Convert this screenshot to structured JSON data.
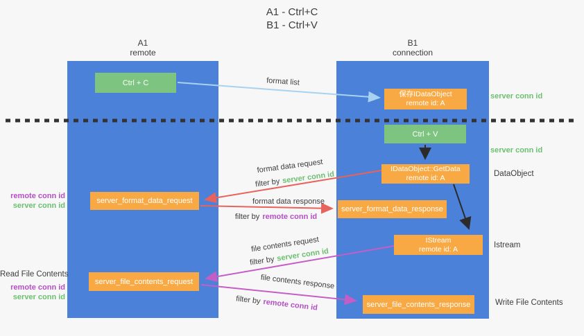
{
  "title": {
    "line1": "A1 - Ctrl+C",
    "line2": "B1 - Ctrl+V"
  },
  "lanes": {
    "left": {
      "title": "A1",
      "subtitle": "remote"
    },
    "right": {
      "title": "B1",
      "subtitle": "connection"
    }
  },
  "nodes": {
    "ctrl_c": {
      "label": "Ctrl + C"
    },
    "ctrl_v": {
      "label": "Ctrl + V"
    },
    "save_dataobject": {
      "line1": "保存IDataObject",
      "line2": "remote id: A"
    },
    "getdata": {
      "line1": "IDataObject::GetData",
      "line2": "remote id: A"
    },
    "istream": {
      "line1": "IStream",
      "line2": "remote id: A"
    },
    "format_data_request": {
      "label": "server_format_data_request"
    },
    "format_data_response": {
      "label": "server_format_data_response"
    },
    "file_contents_request": {
      "label": "server_file_contents_request"
    },
    "file_contents_response": {
      "label": "server_file_contents_response"
    }
  },
  "flows": {
    "format_list": {
      "label": "format list"
    },
    "format_data_request": {
      "label": "format data request",
      "filter_prefix": "filter by",
      "filter_key": "server conn id"
    },
    "format_data_response": {
      "label": "format data response",
      "filter_prefix": "filter by",
      "filter_key": "remote conn id"
    },
    "file_contents_request": {
      "label": "file contents request",
      "filter_prefix": "filter by",
      "filter_key": "server conn id"
    },
    "file_contents_response": {
      "label": "file contents response",
      "filter_prefix": "filter by",
      "filter_key": "remote conn id"
    }
  },
  "left_annotations": {
    "pair1": {
      "remote": "remote conn id",
      "server": "server conn id"
    },
    "read_file": "Read File Contents",
    "pair2": {
      "remote": "remote conn id",
      "server": "server conn id"
    }
  },
  "right_annotations": {
    "server_conn_top": "server conn id",
    "server_conn_mid": "server conn id",
    "dataobject": "DataObject",
    "istream": "Istream",
    "write_file": "Write File Contents"
  },
  "colors": {
    "lane_blue": "#4b81d8",
    "node_green": "#7cc47f",
    "node_orange": "#f9a944",
    "arrow_light_blue": "#a9d2f0",
    "arrow_red": "#e8635c",
    "arrow_magenta": "#c45ec6",
    "arrow_black": "#2b2b2b",
    "dotted_line": "#333333",
    "text_green": "#6cbf70",
    "text_purple": "#b44fc4",
    "text_dark": "#3c3c3c",
    "background": "#f7f7f7"
  }
}
